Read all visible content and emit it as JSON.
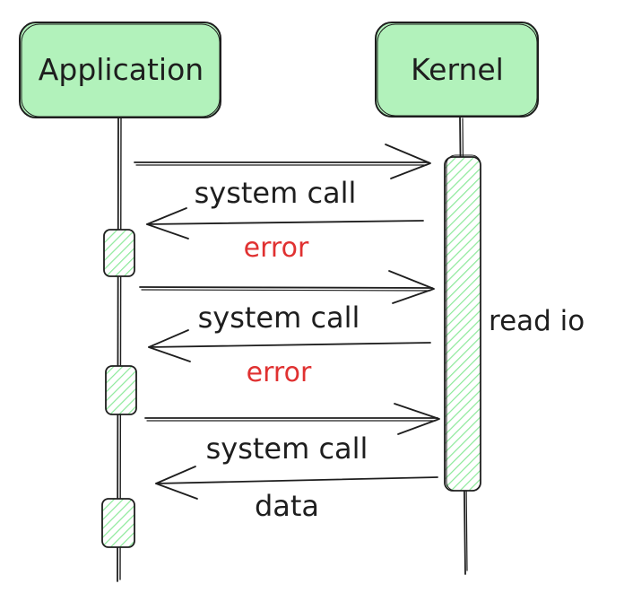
{
  "participants": {
    "application": "Application",
    "kernel": "Kernel"
  },
  "messages": [
    {
      "label": "system call",
      "response": "error"
    },
    {
      "label": "system call",
      "response": "error"
    },
    {
      "label": "system call",
      "response": "data"
    }
  ],
  "kernel_activation_label": "read io",
  "colors": {
    "box_fill": "#b2f2bb",
    "activation_fill": "#b2f2bb",
    "stroke": "#1e1e1e",
    "error_text": "#e03131"
  }
}
